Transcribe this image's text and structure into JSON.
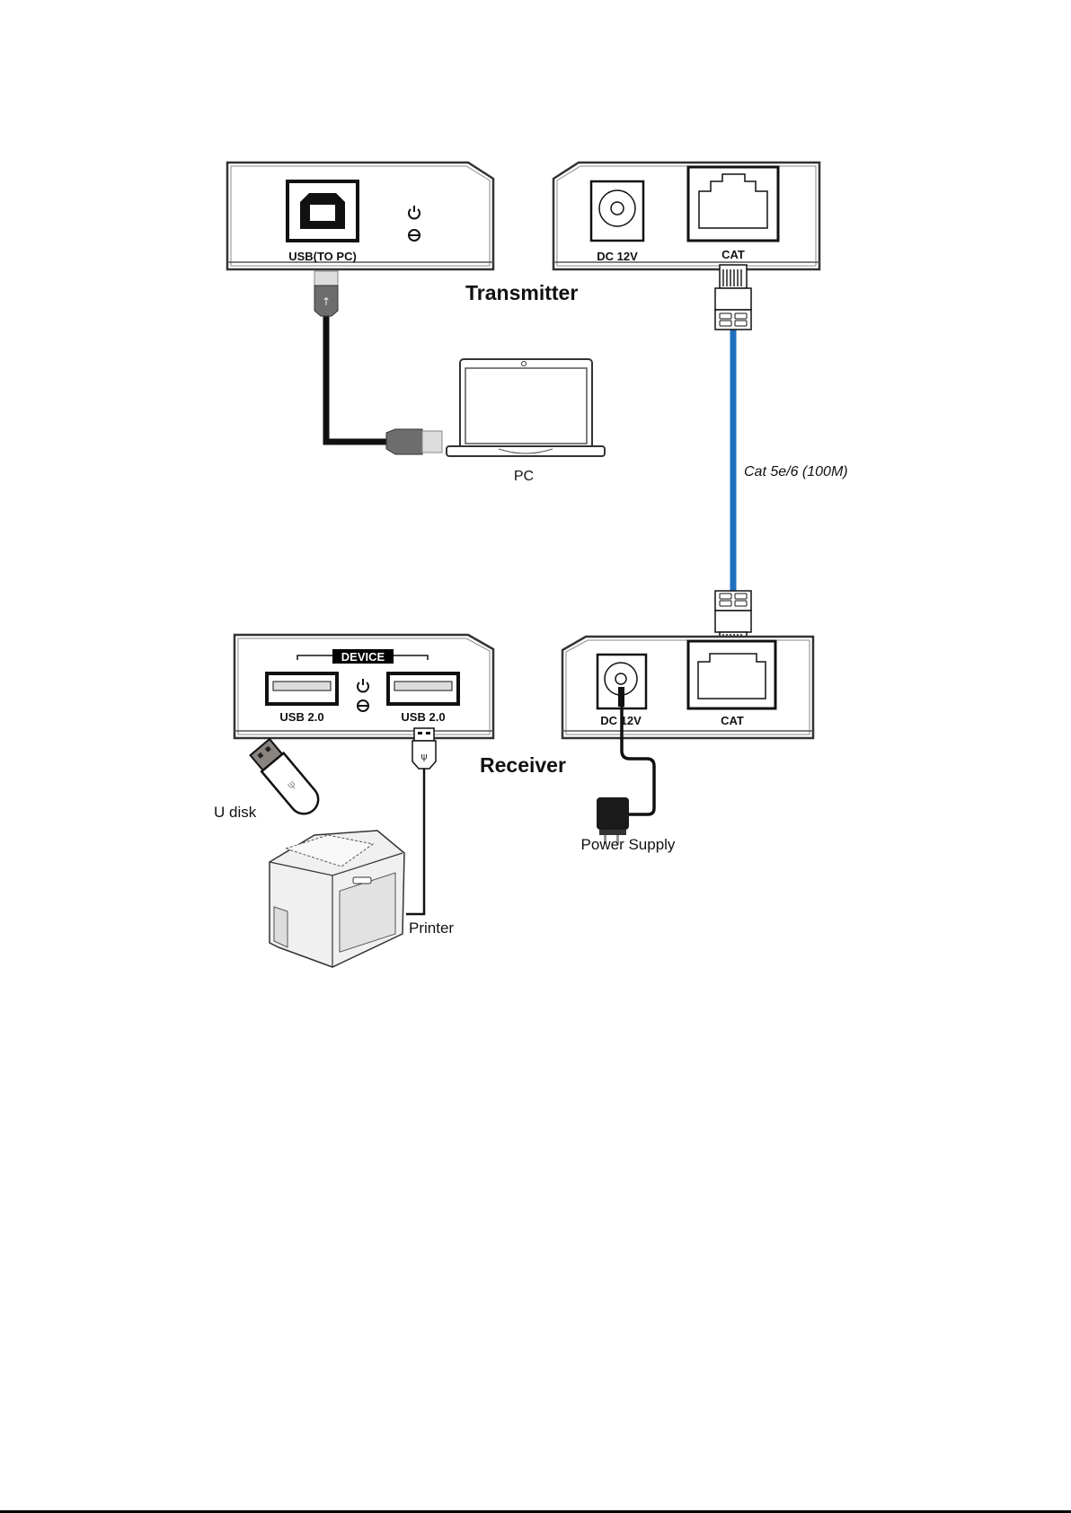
{
  "diagram": {
    "title": "USB over Cat extender connection diagram",
    "colors": {
      "cat_cable": "#1f6fc0",
      "usb_cable": "#111111",
      "device_outline": "#333333",
      "connector_gray": "#6d6d6d",
      "label_bg": "#000000"
    },
    "transmitter": {
      "group_label": "Transmitter",
      "left_panel": {
        "port_label": "USB(TO PC)",
        "port_icon": "usb-b-port-icon",
        "indicators": [
          "power-led-icon",
          "link-led-icon"
        ]
      },
      "right_panel": {
        "dc_label": "DC 12V",
        "cat_label": "CAT"
      }
    },
    "pc": {
      "label": "PC",
      "icon": "laptop-icon"
    },
    "cable": {
      "label": "Cat 5e/6 (100M)"
    },
    "receiver": {
      "group_label": "Receiver",
      "left_panel": {
        "section_label": "DEVICE",
        "port1_label": "USB 2.0",
        "port2_label": "USB 2.0",
        "indicators": [
          "power-led-icon",
          "link-led-icon"
        ]
      },
      "right_panel": {
        "dc_label": "DC 12V",
        "cat_label": "CAT"
      }
    },
    "peripherals": {
      "udisk_label": "U disk",
      "printer_label": "Printer",
      "power_supply_label": "Power Supply"
    }
  }
}
